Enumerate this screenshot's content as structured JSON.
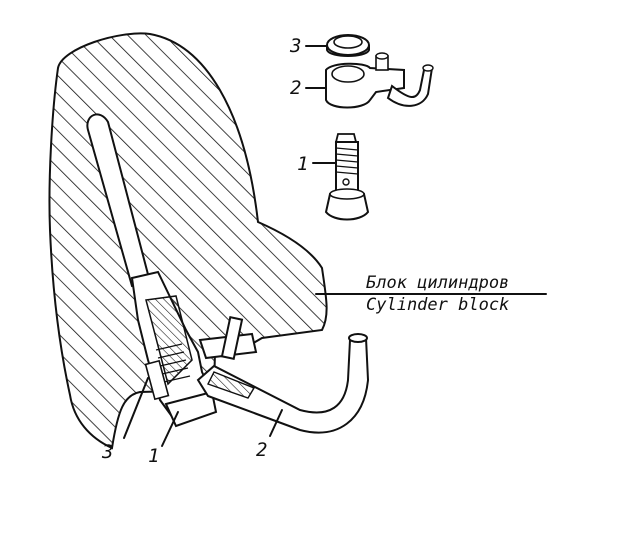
{
  "exploded_callouts": {
    "washer": "3",
    "banjo_fitting": "2",
    "hollow_bolt": "1"
  },
  "assembly_callouts": {
    "washer": "3",
    "hollow_bolt": "1",
    "oil_tube": "2"
  },
  "block_caption": {
    "line_ru": "Блок цилиндров",
    "line_en": "Cylinder block"
  }
}
